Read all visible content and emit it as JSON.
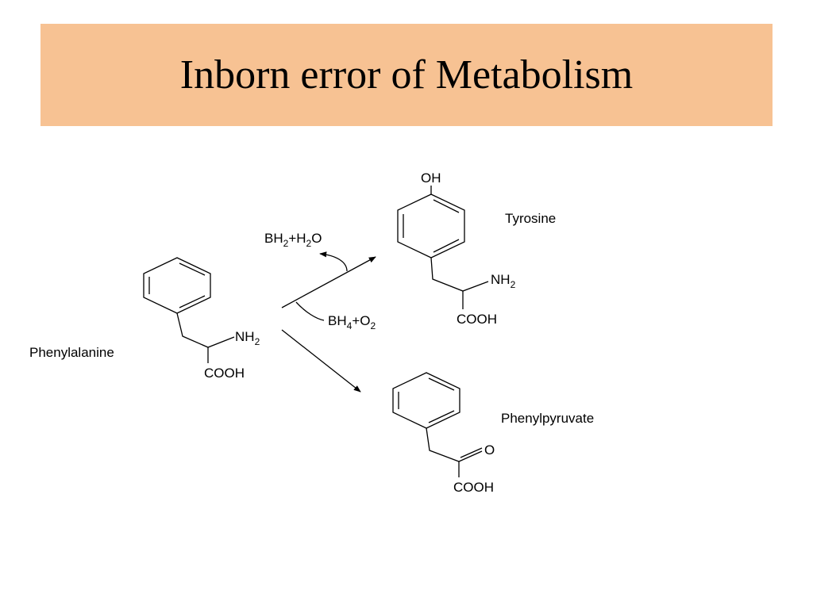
{
  "title": "Inborn error of Metabolism",
  "compounds": {
    "phenylalanine": {
      "name": "Phenylalanine",
      "amine": "NH",
      "amine_sub": "2",
      "acid": "COOH"
    },
    "tyrosine": {
      "name": "Tyrosine",
      "hydroxyl": "OH",
      "amine": "NH",
      "amine_sub": "2",
      "acid": "COOH"
    },
    "phenylpyruvate": {
      "name": "Phenylpyruvate",
      "oxo": "O",
      "acid": "COOH"
    }
  },
  "cofactors": {
    "products": {
      "a": "BH",
      "a_sub": "2",
      "plus": "+H",
      "b_sub": "2",
      "b": "O"
    },
    "reactants": {
      "a": "BH",
      "a_sub": "4",
      "plus": "+O",
      "b_sub": "2"
    }
  },
  "colors": {
    "title_band": "#f7c293"
  }
}
